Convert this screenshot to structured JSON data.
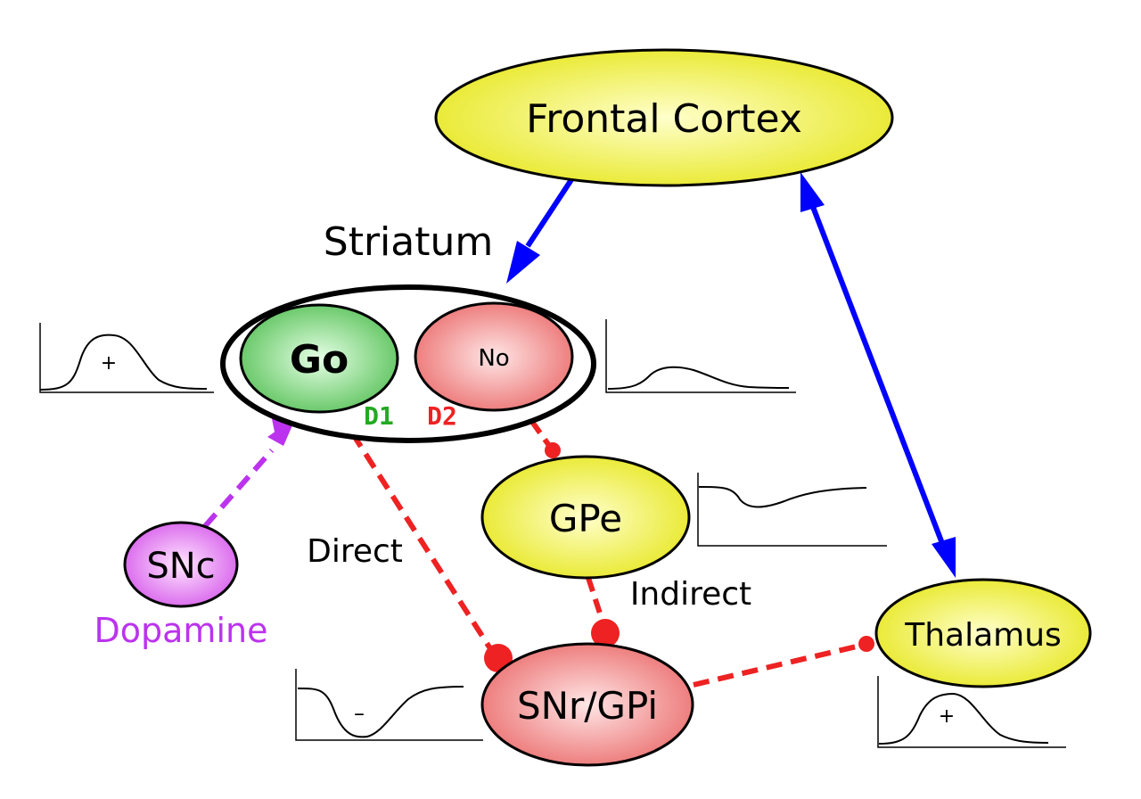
{
  "nodes": {
    "frontal_cortex": "Frontal Cortex",
    "striatum": "Striatum",
    "go": "Go",
    "no": "No",
    "gpe": "GPe",
    "snc": "SNc",
    "snr_gpi": "SNr/GPi",
    "thalamus": "Thalamus"
  },
  "receptors": {
    "d1": "D1",
    "d2": "D2"
  },
  "pathways": {
    "direct": "Direct",
    "indirect": "Indirect"
  },
  "neuromodulator": "Dopamine",
  "trace_signs": {
    "go": "+",
    "snr_gpi": "–",
    "thalamus": "+"
  },
  "colors": {
    "yellow_node": "#eeee22",
    "green_node": "#66cc66",
    "red_node": "#ee7777",
    "purple_node": "#dd66ee",
    "excitatory": "#0000ff",
    "inhibitory": "#ee2222",
    "dopamine": "#bb33ee",
    "d1_text": "#22aa22",
    "d2_text": "#ee2222"
  }
}
